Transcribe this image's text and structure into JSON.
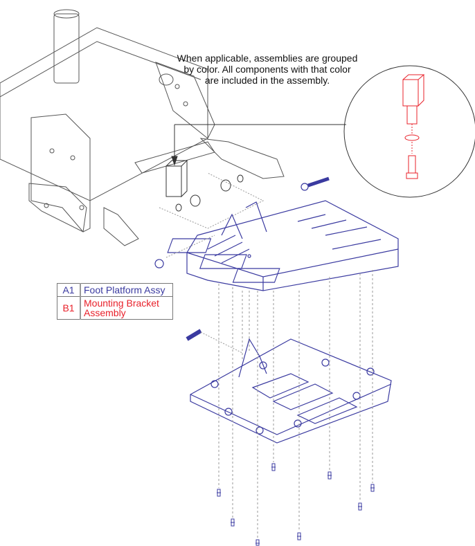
{
  "note": "When applicable, assemblies are grouped by color. All components with that color are included in the assembly.",
  "legend": [
    {
      "code": "A1",
      "label": "Foot Platform Assy",
      "color": "#3a3aa0"
    },
    {
      "code": "B1",
      "label": "Mounting Bracket Assembly",
      "color": "#e8202a"
    }
  ],
  "colors": {
    "frame": "#555555",
    "platform": "#3a3aa0",
    "bracket": "#e8202a"
  }
}
